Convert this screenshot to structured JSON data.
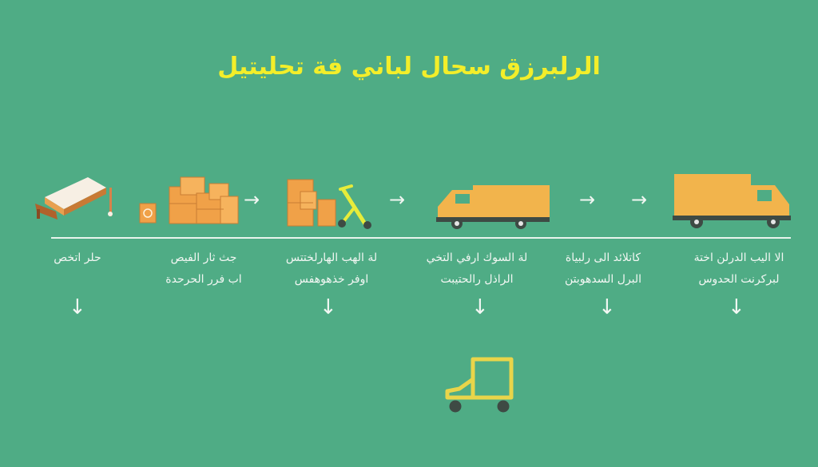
{
  "title": "الرلبرزق سحال لباني فة تحليتيل",
  "colors": {
    "background": "#4fac85",
    "title": "#f3ee2a",
    "truck_body": "#f2b44c",
    "box": "#f0a148",
    "line": "#e8f4ec"
  },
  "steps": [
    {
      "line1": "حلر اتخص",
      "line2": "",
      "icon": "bed-icon"
    },
    {
      "line1": "جث ثار الفيص",
      "line2": "اب فرر الحرحدة",
      "icon": "boxes-icon"
    },
    {
      "line1": "لة الهب الهارلختتس",
      "line2": "اوفر خذهوهفس",
      "icon": "hand-truck-icon"
    },
    {
      "line1": "لة السوك ارفي التخي",
      "line2": "الراذل رالحتيبت",
      "icon": "truck-icon"
    },
    {
      "line1": "كاتلائد الى رلبياة",
      "line2": "البرل السدهوبتن",
      "icon": ""
    },
    {
      "line1": "الا اليب الدرلن اختة",
      "line2": "لبركرنت الحدوس",
      "icon": "truck-icon"
    }
  ],
  "arrow_glyph_right": "→",
  "arrow_glyph_down": "↓"
}
